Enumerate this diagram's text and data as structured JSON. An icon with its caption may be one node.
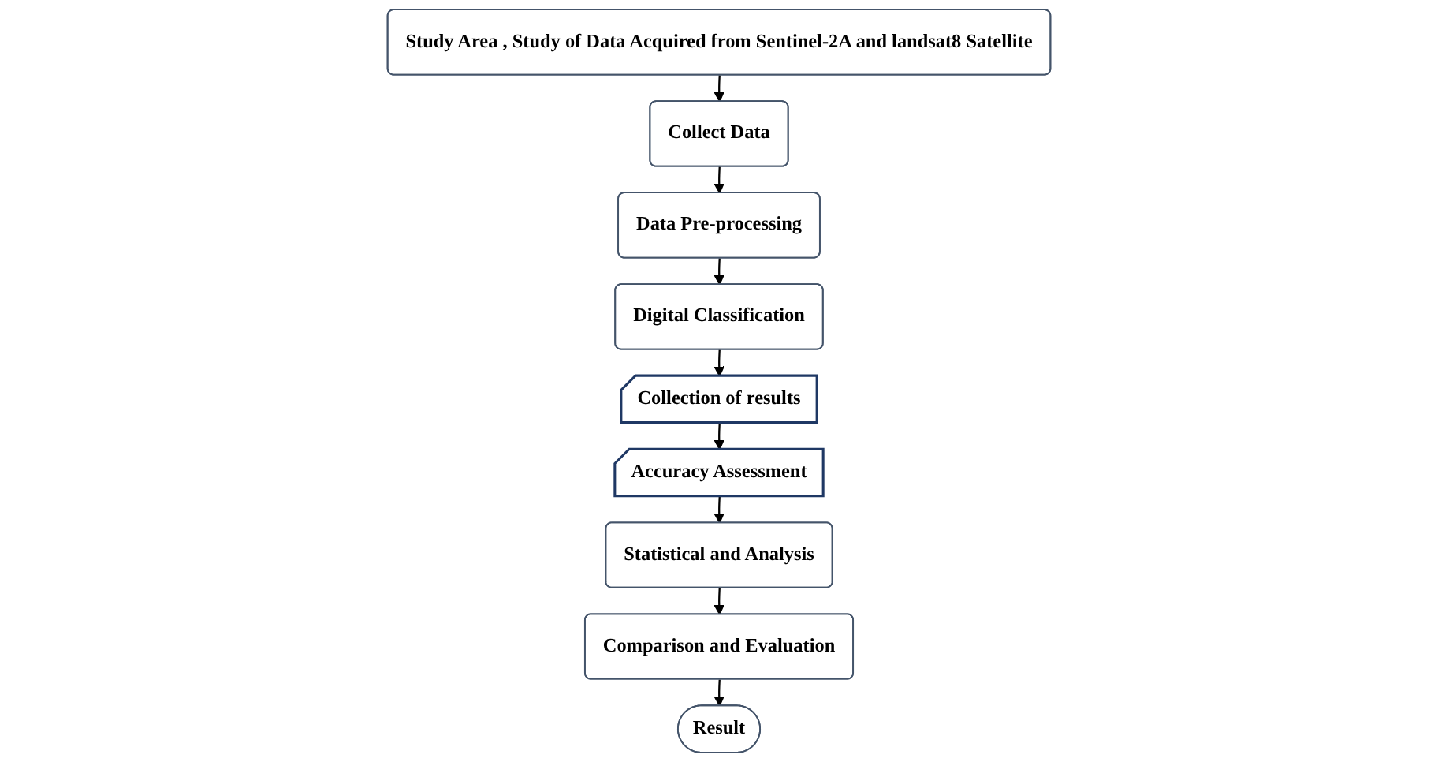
{
  "diagram": {
    "nodes": [
      {
        "text": [
          "Study Area , Study of Data Acquired from Sentinel-2A and landsat8 Satellite"
        ]
      },
      {
        "text": [
          "Collect Data"
        ]
      },
      {
        "text": [
          "Data Pre-processing"
        ]
      },
      {
        "text": [
          "Digital Classification"
        ]
      },
      {
        "text": [
          "Collection of results"
        ]
      },
      {
        "text": [
          "Accuracy Assessment"
        ]
      },
      {
        "text": [
          "Statistical and Analysis"
        ]
      },
      {
        "text": [
          "Comparison and Evaluation"
        ]
      },
      {
        "text": [
          "Result"
        ]
      }
    ],
    "edges": [
      {
        "from": 0,
        "to": 1,
        "arrow": "to"
      },
      {
        "from": 1,
        "to": 2,
        "arrow": "to"
      },
      {
        "from": 2,
        "to": 3,
        "arrow": "to"
      },
      {
        "from": 3,
        "to": 4,
        "arrow": "to"
      },
      {
        "from": 4,
        "to": 5,
        "arrow": "to"
      },
      {
        "from": 5,
        "to": 6,
        "arrow": "to"
      },
      {
        "from": 6,
        "to": 7,
        "arrow": "to"
      },
      {
        "from": 7,
        "to": 8,
        "arrow": "to"
      }
    ]
  }
}
